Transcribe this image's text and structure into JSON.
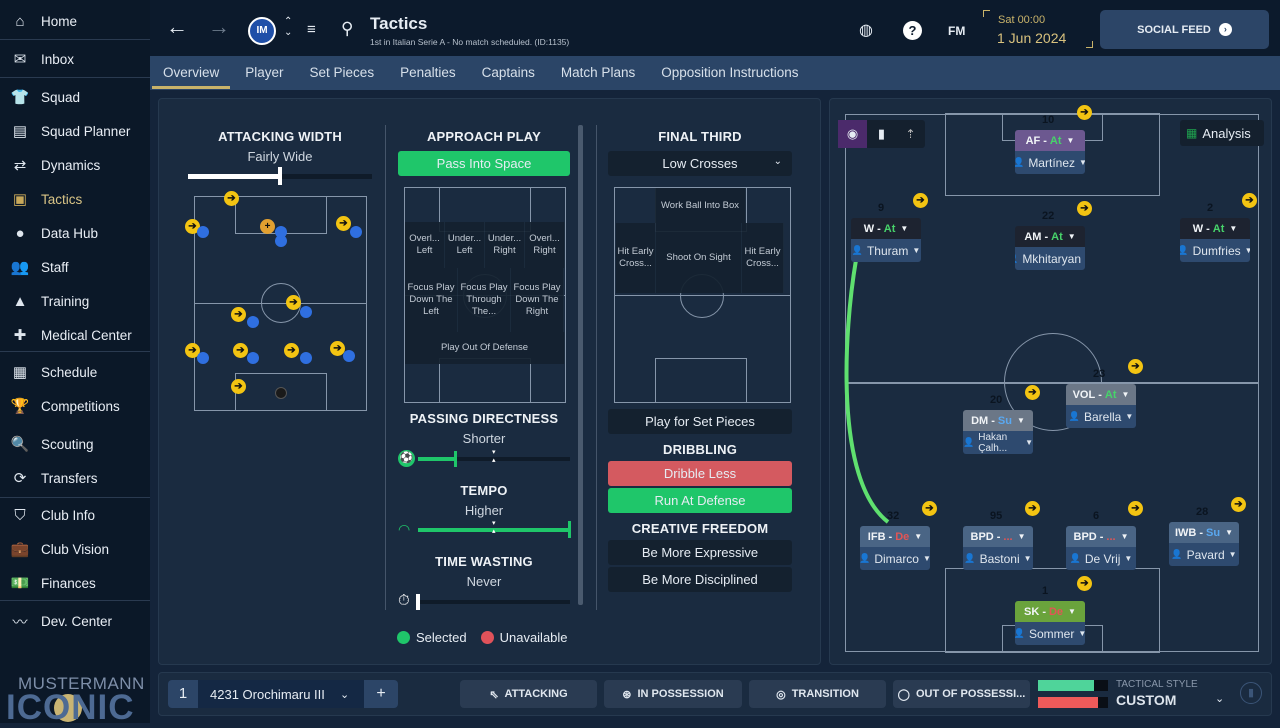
{
  "sidebar": {
    "items": [
      {
        "label": "Home",
        "icon": "home-icon",
        "glyph": "⌂"
      },
      {
        "label": "Inbox",
        "icon": "inbox-icon",
        "glyph": "✉"
      },
      {
        "label": "Squad",
        "icon": "shirt-icon",
        "glyph": "👕"
      },
      {
        "label": "Squad Planner",
        "icon": "clipboard-icon",
        "glyph": "▤"
      },
      {
        "label": "Dynamics",
        "icon": "dynamics-icon",
        "glyph": "⇄"
      },
      {
        "label": "Tactics",
        "icon": "tactics-board-icon",
        "glyph": "▣",
        "active": true
      },
      {
        "label": "Data Hub",
        "icon": "data-hub-icon",
        "glyph": "●"
      },
      {
        "label": "Staff",
        "icon": "staff-icon",
        "glyph": "👥"
      },
      {
        "label": "Training",
        "icon": "training-cone-icon",
        "glyph": "▲"
      },
      {
        "label": "Medical Center",
        "icon": "medical-kit-icon",
        "glyph": "✚"
      },
      {
        "label": "Schedule",
        "icon": "calendar-icon",
        "glyph": "▦"
      },
      {
        "label": "Competitions",
        "icon": "trophy-icon",
        "glyph": "🏆"
      },
      {
        "label": "Scouting",
        "icon": "magnifier-icon",
        "glyph": "🔍"
      },
      {
        "label": "Transfers",
        "icon": "transfer-icon",
        "glyph": "⟳"
      },
      {
        "label": "Club Info",
        "icon": "shield-icon",
        "glyph": "⛉"
      },
      {
        "label": "Club Vision",
        "icon": "briefcase-icon",
        "glyph": "💼"
      },
      {
        "label": "Finances",
        "icon": "money-icon",
        "glyph": "💵"
      },
      {
        "label": "Dev. Center",
        "icon": "dev-center-icon",
        "glyph": "〰"
      }
    ],
    "logo": {
      "line1": "MUSTERMANN",
      "line2": "ICONIC"
    }
  },
  "header": {
    "title": "Tactics",
    "subtitle": "1st in Italian Serie A - No match scheduled. (ID:1135)",
    "day_time": "Sat 00:00",
    "date": "1 Jun 2024",
    "fm": "FM",
    "social_feed": "SOCIAL FEED"
  },
  "tabs": [
    "Overview",
    "Player",
    "Set Pieces",
    "Penalties",
    "Captains",
    "Match Plans",
    "Opposition Instructions"
  ],
  "active_tab": 0,
  "attacking_width": {
    "title": "ATTACKING WIDTH",
    "value": "Fairly Wide",
    "level": 0.5
  },
  "approach_play": {
    "title": "APPROACH PLAY",
    "selected": "Pass Into Space",
    "zones_top": [
      "Overl... Left",
      "Under... Left",
      "Under... Right",
      "Overl... Right"
    ],
    "zones_mid": [
      "Focus Play Down The Left",
      "Focus Play Through The...",
      "Focus Play Down The Right"
    ],
    "zone_bottom": "Play Out Of Defense"
  },
  "passing_directness": {
    "title": "PASSING DIRECTNESS",
    "value": "Shorter",
    "level": 0.25
  },
  "tempo": {
    "title": "TEMPO",
    "value": "Higher",
    "level": 1.0
  },
  "time_wasting": {
    "title": "TIME WASTING",
    "value": "Never",
    "level": 0.0
  },
  "final_third": {
    "title": "FINAL THIRD",
    "dropdown": "Low Crosses",
    "zone_box": "Work Ball Into Box",
    "zone_left": "Hit Early Cross...",
    "zone_center": "Shoot On Sight",
    "zone_right": "Hit Early Cross...",
    "set_pieces": "Play for Set Pieces"
  },
  "dribbling": {
    "title": "DRIBBLING",
    "opt1": "Dribble Less",
    "opt2": "Run At Defense"
  },
  "creative_freedom": {
    "title": "CREATIVE FREEDOM",
    "opt1": "Be More Expressive",
    "opt2": "Be More Disciplined"
  },
  "legend": {
    "selected": "Selected",
    "unavailable": "Unavailable"
  },
  "colors": {
    "selected": "#1fc66a",
    "unavailable": "#e0525a",
    "accent": "#c9b36a"
  },
  "analysis": "Analysis",
  "players": [
    {
      "role": "AF",
      "duty": "At",
      "name": "Martínez",
      "num": "10",
      "kind": "af"
    },
    {
      "role": "W",
      "duty": "At",
      "name": "Thuram",
      "num": "9",
      "kind": "dark"
    },
    {
      "role": "AM",
      "duty": "At",
      "name": "Mkhitaryan",
      "num": "22",
      "kind": "dark"
    },
    {
      "role": "W",
      "duty": "At",
      "name": "Dumfries",
      "num": "2",
      "kind": "dark"
    },
    {
      "role": "VOL",
      "duty": "At",
      "name": "Barella",
      "num": "23",
      "kind": "gray"
    },
    {
      "role": "DM",
      "duty": "Su",
      "name": "Hakan Çalh...",
      "num": "20",
      "kind": "gray"
    },
    {
      "role": "IFB",
      "duty": "De",
      "name": "Dimarco",
      "num": "32",
      "kind": "slate"
    },
    {
      "role": "BPD",
      "duty": "...",
      "name": "Bastoni",
      "num": "95",
      "kind": "slate"
    },
    {
      "role": "BPD",
      "duty": "...",
      "name": "De Vrij",
      "num": "6",
      "kind": "slate"
    },
    {
      "role": "IWB",
      "duty": "Su",
      "name": "Pavard",
      "num": "28",
      "kind": "slate"
    },
    {
      "role": "SK",
      "duty": "De",
      "name": "Sommer",
      "num": "1",
      "kind": "green"
    }
  ],
  "bottom": {
    "slot": "1",
    "tactic": "4231 Orochimaru III",
    "add": "+",
    "attacking": "ATTACKING",
    "in_possession": "IN POSSESSION",
    "transition": "TRANSITION",
    "out_of_possession": "OUT OF POSSESSI...",
    "style_label": "TACTICAL STYLE",
    "style_value": "CUSTOM",
    "positive_level": 0.8,
    "negative_level": 0.85
  }
}
